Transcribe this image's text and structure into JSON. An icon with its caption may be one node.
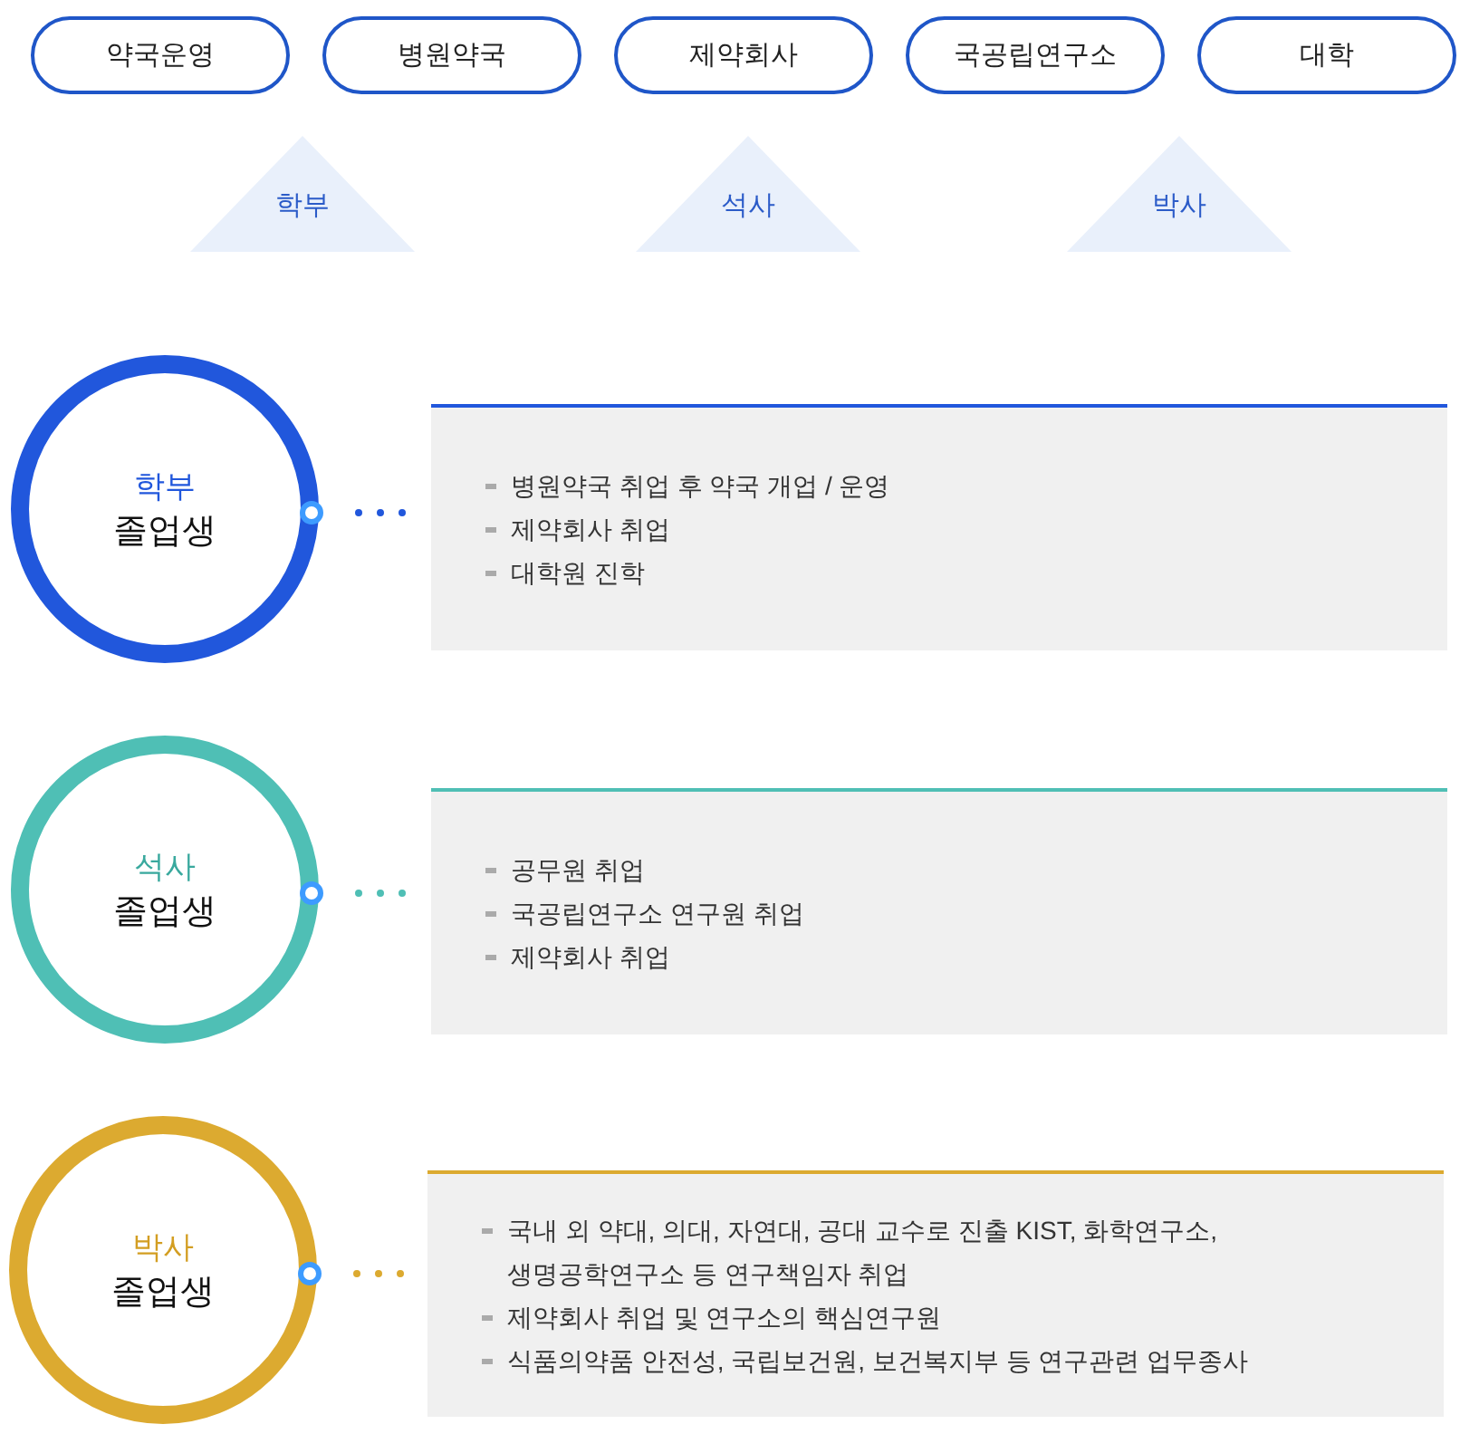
{
  "diagram": {
    "nodes": [
      {
        "text": [
          "약국운영"
        ]
      },
      {
        "text": [
          "병원약국"
        ]
      },
      {
        "text": [
          "제약회사"
        ]
      },
      {
        "text": [
          "국공립연구소"
        ]
      },
      {
        "text": [
          "대학"
        ]
      },
      {
        "text": [
          "학부"
        ]
      },
      {
        "text": [
          "석사"
        ]
      },
      {
        "text": [
          "박사"
        ]
      },
      {
        "text": [
          "학부",
          "졸업생"
        ]
      },
      {
        "text": [
          "병원약국 취업 후 약국 개업 / 운영",
          "제약회사 취업",
          "대학원 진학"
        ]
      },
      {
        "text": [
          "석사",
          "졸업생"
        ]
      },
      {
        "text": [
          "공무원 취업",
          "국공립연구소 연구원 취업",
          "제약회사 취업"
        ]
      },
      {
        "text": [
          "박사",
          "졸업생"
        ]
      },
      {
        "text": [
          "국내 외 약대, 의대, 자연대, 공대 교수로 진출 KIST, 화학연구소, 생명공학연구소 등 연구책임자 취업",
          "제약회사 취업 및 연구소의 핵심연구원",
          "식품의약품 안전성, 국립보건원, 보건복지부 등 연구관련 업무종사"
        ]
      }
    ],
    "edges": [
      {
        "from": 8,
        "to": 9,
        "arrow": "other",
        "style": "dashed",
        "color": "#2157dc"
      },
      {
        "from": 10,
        "to": 11,
        "arrow": "other",
        "style": "dashed",
        "color": "#4fbfb5"
      },
      {
        "from": 12,
        "to": 13,
        "arrow": "other",
        "style": "dashed",
        "color": "#dcaa30"
      }
    ]
  }
}
